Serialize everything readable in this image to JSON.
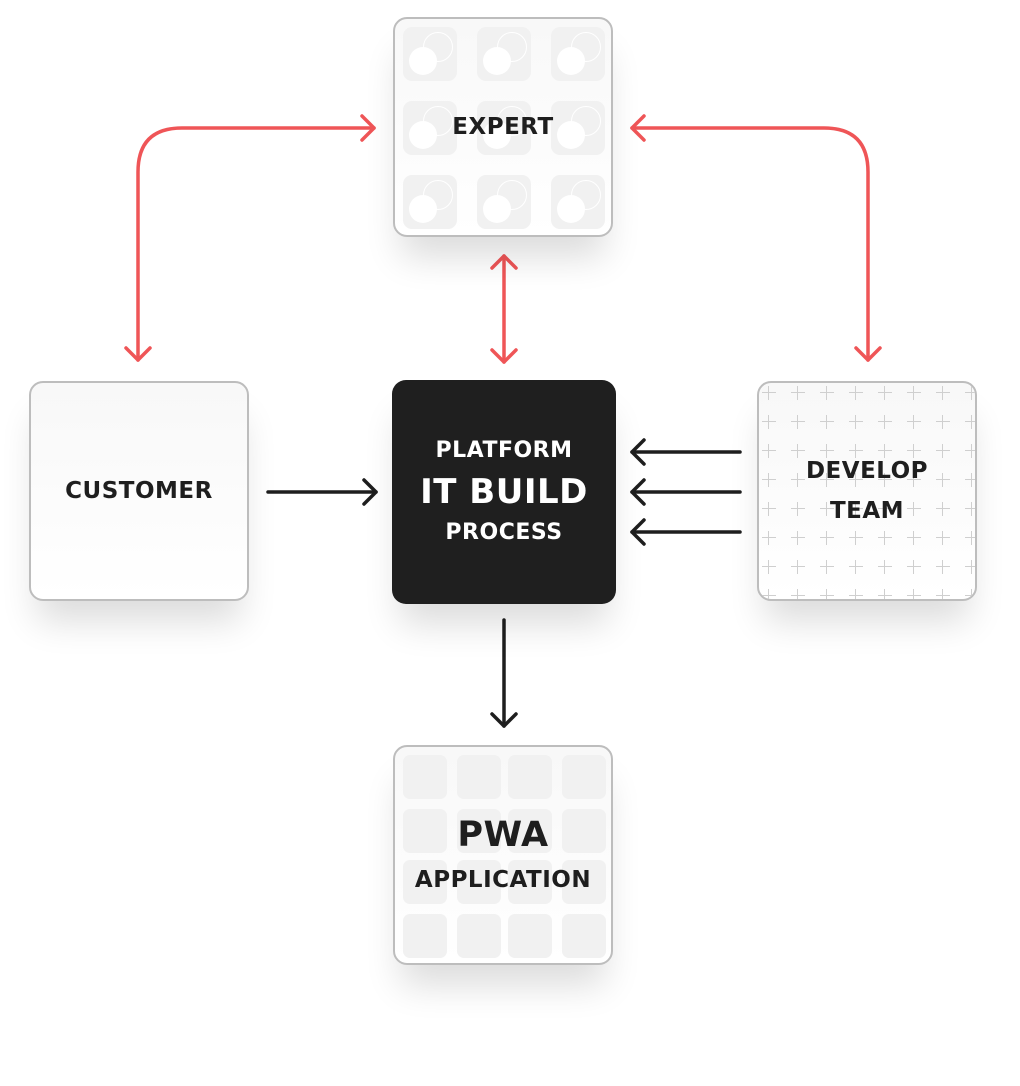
{
  "diagram": {
    "colors": {
      "accent_arrow": "#ef5557",
      "dark_arrow": "#1e1e1e",
      "dark_node": "#1f1f1f",
      "node_border": "#bdbdbd",
      "text_dark": "#1e1e1e",
      "text_light": "#ffffff"
    },
    "nodes": {
      "expert": {
        "label": "EXPERT",
        "pattern": "overlapping-circles-icon-grid"
      },
      "customer": {
        "label": "CUSTOMER"
      },
      "platform": {
        "line1": "PLATFORM",
        "line2": "IT BUILD",
        "line3": "PROCESS"
      },
      "develop": {
        "line1": "DEVELOP",
        "line2": "TEAM",
        "pattern": "plus-grid"
      },
      "pwa": {
        "line1": "PWA",
        "line2": "APPLICATION",
        "pattern": "square-tile-grid"
      }
    },
    "edges": [
      {
        "from": "customer",
        "to": "expert",
        "style": "red",
        "direction": "bidirectional"
      },
      {
        "from": "develop",
        "to": "expert",
        "style": "red",
        "direction": "bidirectional"
      },
      {
        "from": "expert",
        "to": "platform",
        "style": "red",
        "direction": "bidirectional"
      },
      {
        "from": "customer",
        "to": "platform",
        "style": "black",
        "direction": "forward"
      },
      {
        "from": "develop",
        "to": "platform",
        "style": "black",
        "direction": "forward",
        "count": 3
      },
      {
        "from": "platform",
        "to": "pwa",
        "style": "black",
        "direction": "forward"
      }
    ]
  }
}
